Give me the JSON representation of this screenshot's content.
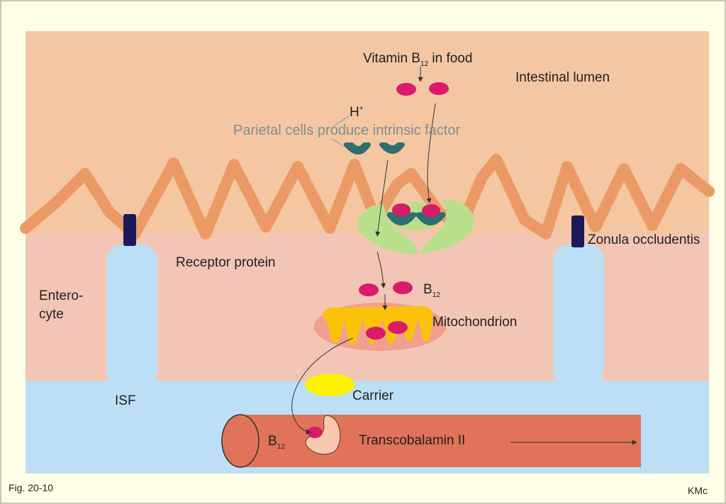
{
  "labels": {
    "vitamin_b12_prefix": "Vitamin B",
    "vitamin_b12_sub": "12",
    "vitamin_b12_suffix": " in food",
    "intestinal_lumen": "Intestinal lumen",
    "h_plus": "H",
    "h_plus_sup": "+",
    "parietal": "Parietal cells produce intrinsic factor",
    "zonula": "Zonula occludentis",
    "receptor": "Receptor protein",
    "enterocyte_line1": "Entero-",
    "enterocyte_line2": "cyte",
    "b12_cell_prefix": "B",
    "b12_cell_sub": "12",
    "mitochondrion": "Mitochondrion",
    "carrier": "Carrier",
    "isf": "ISF",
    "b12_vessel_prefix": "B",
    "b12_vessel_sub": "12",
    "transcobalamin": "Transcobalamin II",
    "fig": "Fig. 20-10",
    "credit": "KMc"
  },
  "colors": {
    "background": "#fefee6",
    "lumen": "#f4c6a2",
    "cell": "#f3c5b4",
    "villus_wave": "#eb9a66",
    "isf": "#bcdff5",
    "tight_junction": "#1d1a5c",
    "b12": "#d81b6a",
    "intrinsic_factor": "#2e6e6e",
    "receptor": "#b8e08a",
    "mitochondrion_outer": "#f0a08c",
    "mitochondrion_inner": "#fcc20a",
    "carrier": "#fff200",
    "vessel": "#e0735a",
    "transcobalamin": "#f8c8b0"
  }
}
